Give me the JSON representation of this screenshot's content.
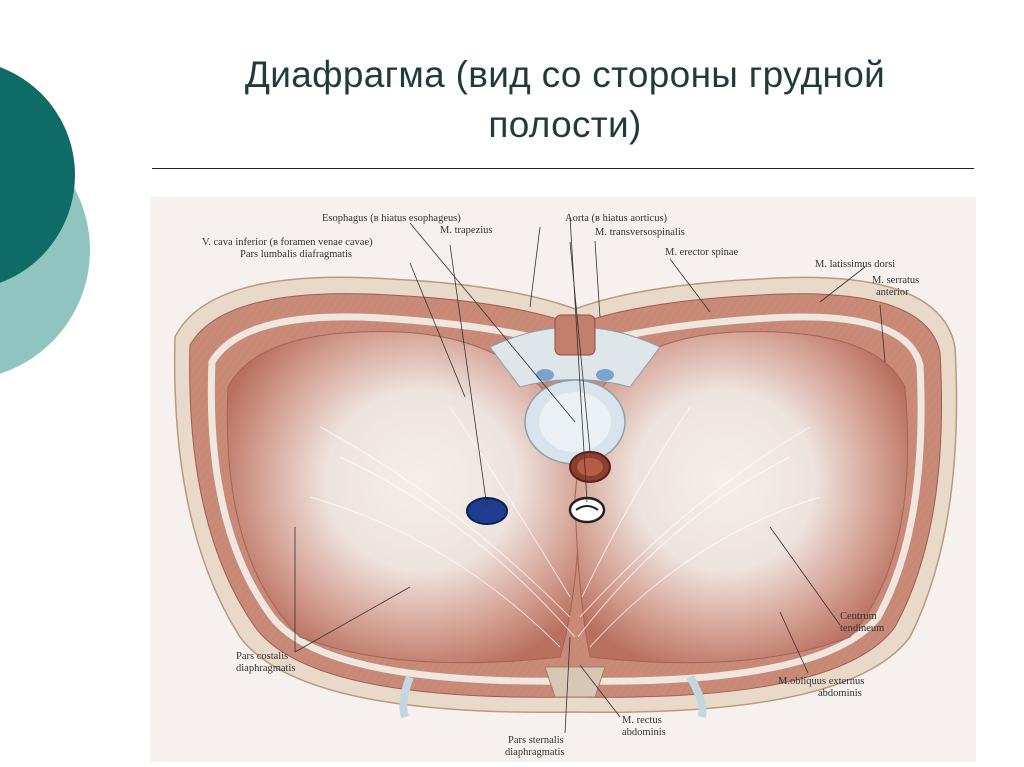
{
  "slide": {
    "title_line1": "Диафрагма (вид со стороны грудной",
    "title_line2": "полости)"
  },
  "labels": {
    "esophagus": "Esophagus (в hiatus esophageus)",
    "aorta": "Aorta (в hiatus aorticus)",
    "trapezius": "M. trapezius",
    "transversospinalis": "M. transversospinalis",
    "vena_cava_1": "V. cava inferior (в  foramen  venae cavae)",
    "pars_lumbalis": "Pars lumbalis diafragmatis",
    "erector_spinae": "M. erector spinae",
    "latissimus": "M. latissimus dorsi",
    "serratus_1": "M. serratus",
    "serratus_2": "anterior",
    "pars_costalis_1": "Pars costalis",
    "pars_costalis_2": "diaphragmatis",
    "centrum_1": "Centrum",
    "centrum_2": "tendineum",
    "obliquus_1": "M.obliquus externus",
    "obliquus_2": "abdominis",
    "rectus_1": "M. rectus",
    "rectus_2": "abdominis",
    "sternalis_1": "Pars sternalis",
    "sternalis_2": "diaphragmatis"
  },
  "colors": {
    "accent_dark": "#0f6b66",
    "accent_light": "#8fc4c1",
    "muscle": "#c88a7a",
    "muscle_dark": "#a9625a",
    "tendon": "#f1ebe8",
    "caval_opening": "#1e3d8f"
  }
}
